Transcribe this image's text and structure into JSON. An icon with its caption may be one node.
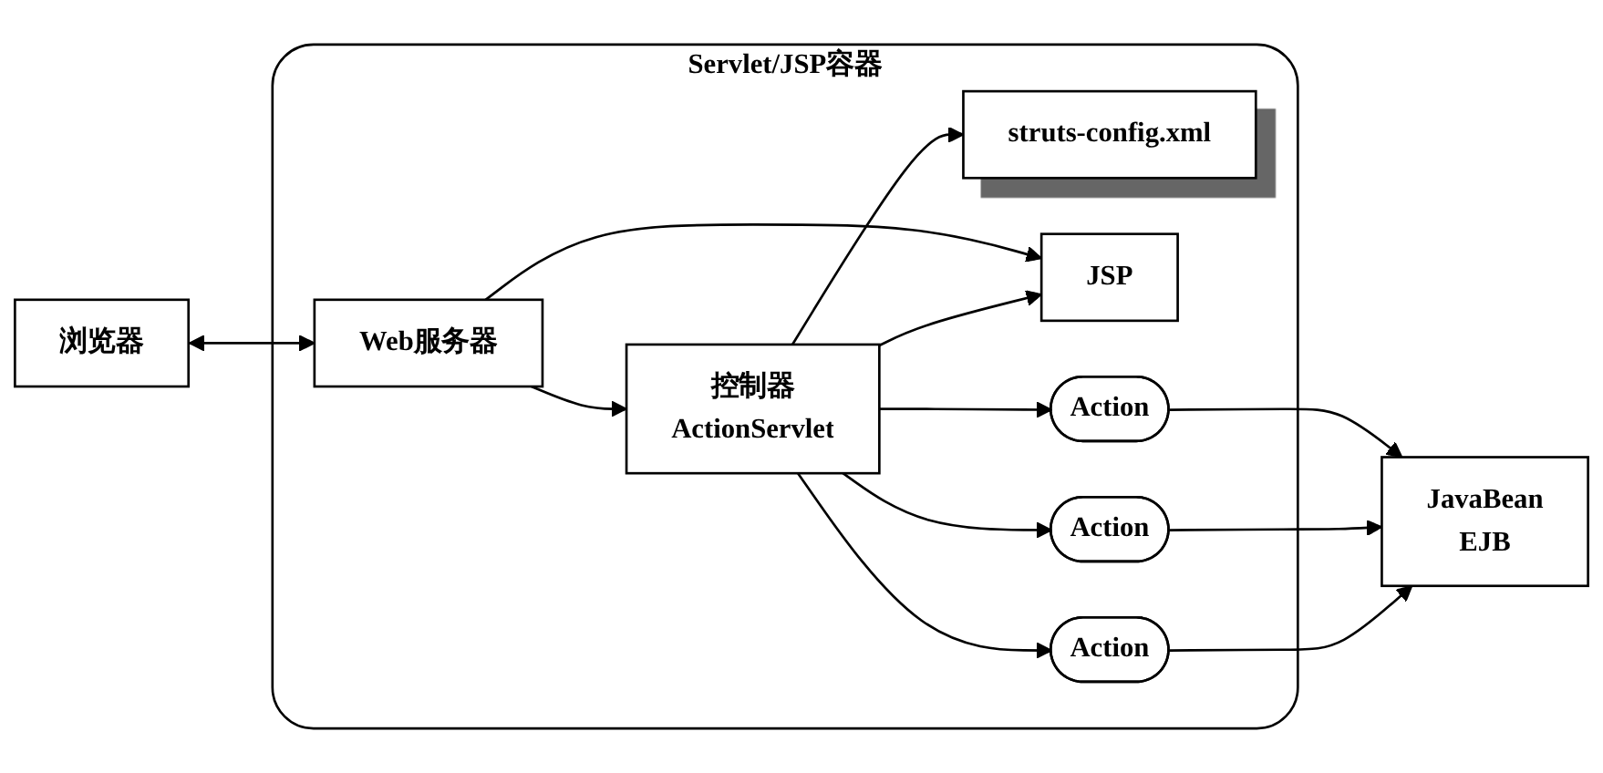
{
  "diagram": {
    "nodes": [
      {
        "text": [
          "浏览器"
        ]
      },
      {
        "text": [
          "Servlet/JSP容器"
        ]
      },
      {
        "text": [
          "struts-config.xml"
        ],
        "in": 1
      },
      {
        "text": [
          "Web服务器"
        ],
        "in": 1
      },
      {
        "text": [
          "控制器",
          "ActionServlet"
        ],
        "in": 1
      },
      {
        "text": [
          "JSP"
        ],
        "in": 1
      },
      {
        "text": [
          "Action"
        ],
        "in": 1
      },
      {
        "text": [
          "Action"
        ],
        "in": 1
      },
      {
        "text": [
          "Action"
        ],
        "in": 1
      },
      {
        "text": [
          "JavaBean",
          "EJB"
        ]
      }
    ],
    "edges": [
      {
        "from": 0,
        "to": 3,
        "arrow": "both"
      },
      {
        "from": 3,
        "to": 4,
        "arrow": "to"
      },
      {
        "from": 3,
        "to": 5,
        "arrow": "to"
      },
      {
        "from": 4,
        "to": 2,
        "arrow": "to"
      },
      {
        "from": 4,
        "to": 5,
        "arrow": "to"
      },
      {
        "from": 4,
        "to": 6,
        "arrow": "to"
      },
      {
        "from": 4,
        "to": 7,
        "arrow": "to"
      },
      {
        "from": 4,
        "to": 8,
        "arrow": "to"
      },
      {
        "from": 6,
        "to": 9,
        "arrow": "to"
      },
      {
        "from": 7,
        "to": 9,
        "arrow": "to"
      },
      {
        "from": 8,
        "to": 9,
        "arrow": "to"
      }
    ]
  }
}
